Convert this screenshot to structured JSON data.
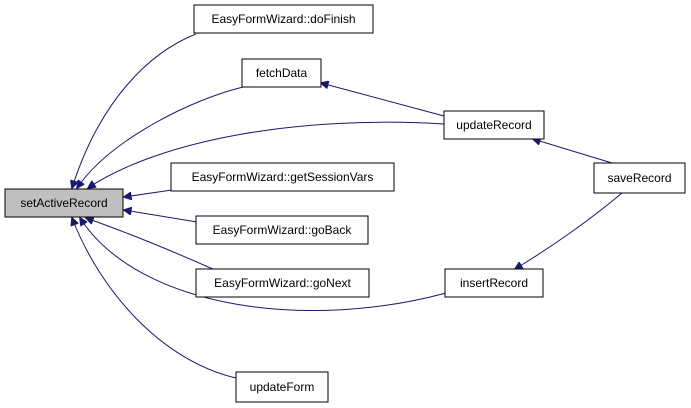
{
  "diagram": {
    "colors": {
      "edge": "#191970",
      "focus_fill": "#bfbfbf",
      "node_fill": "#ffffff",
      "node_border": "#000000"
    },
    "nodes": {
      "set_active_record": "setActiveRecord",
      "do_finish": "EasyFormWizard::doFinish",
      "fetch_data": "fetchData",
      "update_record": "updateRecord",
      "get_session_vars": "EasyFormWizard::getSessionVars",
      "save_record": "saveRecord",
      "go_back": "EasyFormWizard::goBack",
      "go_next": "EasyFormWizard::goNext",
      "insert_record": "insertRecord",
      "update_form": "updateForm"
    },
    "edges": [
      {
        "from": "do_finish",
        "to": "set_active_record"
      },
      {
        "from": "fetch_data",
        "to": "set_active_record"
      },
      {
        "from": "update_record",
        "to": "set_active_record"
      },
      {
        "from": "get_session_vars",
        "to": "set_active_record"
      },
      {
        "from": "go_back",
        "to": "set_active_record"
      },
      {
        "from": "go_next",
        "to": "set_active_record"
      },
      {
        "from": "insert_record",
        "to": "set_active_record"
      },
      {
        "from": "update_form",
        "to": "set_active_record"
      },
      {
        "from": "update_record",
        "to": "fetch_data"
      },
      {
        "from": "save_record",
        "to": "update_record"
      },
      {
        "from": "save_record",
        "to": "insert_record"
      }
    ]
  }
}
